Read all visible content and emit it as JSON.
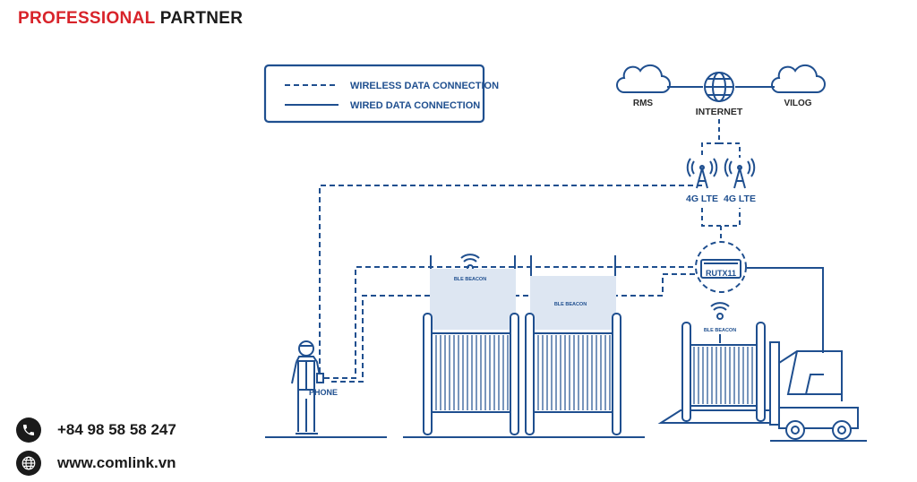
{
  "header": {
    "brand_red": "PROFESSIONAL",
    "brand_dark": "PARTNER"
  },
  "legend": {
    "wireless": "WIRELESS DATA CONNECTION",
    "wired": "WIRED DATA CONNECTION"
  },
  "nodes": {
    "rms": "RMS",
    "internet": "INTERNET",
    "vilog": "VILOG",
    "lte_left": "4G LTE",
    "lte_right": "4G LTE",
    "router": "RUTX11",
    "phone": "PHONE",
    "beacon_1": "BLE BEACON",
    "beacon_2": "BLE BEACON",
    "beacon_3": "BLE BEACON"
  },
  "contact": {
    "phone": "+84 98 58 58 247",
    "website": "www.comlink.vn"
  },
  "icons": [
    "cloud-icon",
    "globe-icon",
    "antenna-icon",
    "router-icon",
    "wifi-icon",
    "worker-icon",
    "cable-reel-icon",
    "forklift-icon",
    "phone-icon",
    "web-icon"
  ],
  "colors": {
    "brand_red": "#d8232a",
    "line_blue": "#1f4f8f",
    "reel_fill": "#dde6f2"
  }
}
